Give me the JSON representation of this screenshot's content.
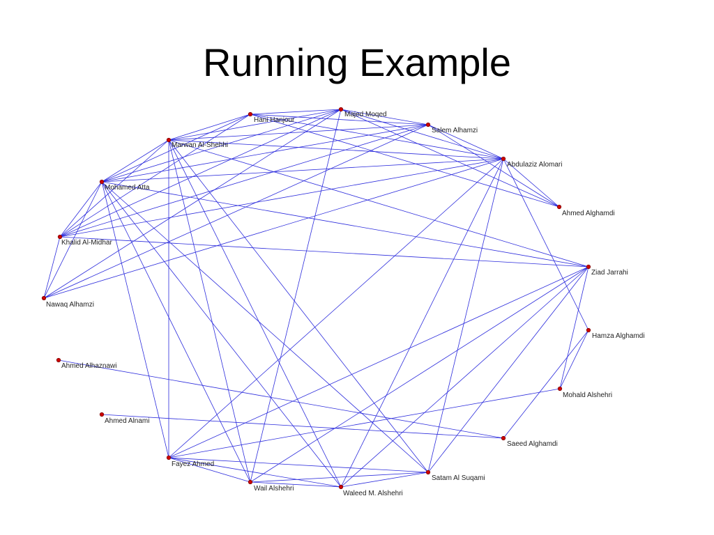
{
  "slide": {
    "title": "Running Example"
  },
  "colors": {
    "edge": "#2b2bdc",
    "node": "#cc0000",
    "label": "#222222",
    "background": "#ffffff"
  },
  "network": {
    "nodes": [
      {
        "id": "hani",
        "label": "Hani Hanjour"
      },
      {
        "id": "majed",
        "label": "Majed Moqed"
      },
      {
        "id": "salem",
        "label": "Salem Alhamzi"
      },
      {
        "id": "marwan",
        "label": "Marwan Al-Shehhi"
      },
      {
        "id": "abdul",
        "label": "Abdulaziz Alomari"
      },
      {
        "id": "mohamed",
        "label": "Mohamed Atta"
      },
      {
        "id": "ahmedg",
        "label": "Ahmed Alghamdi"
      },
      {
        "id": "khalid",
        "label": "Khalid Al-Midhar"
      },
      {
        "id": "ziad",
        "label": "Ziad Jarrahi"
      },
      {
        "id": "nawaq",
        "label": "Nawaq Alhamzi"
      },
      {
        "id": "hamza",
        "label": "Hamza Alghamdi"
      },
      {
        "id": "ahmedh",
        "label": "Ahmed Alhaznawi"
      },
      {
        "id": "mohald",
        "label": "Mohald Alshehri"
      },
      {
        "id": "ahmedn",
        "label": "Ahmed Alnami"
      },
      {
        "id": "saeed",
        "label": "Saeed Alghamdi"
      },
      {
        "id": "fayez",
        "label": "Fayez Ahmed"
      },
      {
        "id": "satam",
        "label": "Satam Al Suqami"
      },
      {
        "id": "wail",
        "label": "Wail Alshehri"
      },
      {
        "id": "waleed",
        "label": "Waleed M. Alshehri"
      }
    ],
    "edges": [
      [
        "hani",
        "majed"
      ],
      [
        "hani",
        "salem"
      ],
      [
        "hani",
        "abdul"
      ],
      [
        "hani",
        "mohamed"
      ],
      [
        "hani",
        "khalid"
      ],
      [
        "hani",
        "marwan"
      ],
      [
        "hani",
        "ahmedg"
      ],
      [
        "majed",
        "salem"
      ],
      [
        "majed",
        "abdul"
      ],
      [
        "majed",
        "ahmedg"
      ],
      [
        "majed",
        "mohamed"
      ],
      [
        "majed",
        "marwan"
      ],
      [
        "majed",
        "khalid"
      ],
      [
        "majed",
        "nawaq"
      ],
      [
        "majed",
        "wail"
      ],
      [
        "salem",
        "abdul"
      ],
      [
        "salem",
        "ahmedg"
      ],
      [
        "salem",
        "marwan"
      ],
      [
        "salem",
        "mohamed"
      ],
      [
        "salem",
        "khalid"
      ],
      [
        "salem",
        "nawaq"
      ],
      [
        "marwan",
        "mohamed"
      ],
      [
        "marwan",
        "abdul"
      ],
      [
        "marwan",
        "ziad"
      ],
      [
        "marwan",
        "khalid"
      ],
      [
        "marwan",
        "fayez"
      ],
      [
        "marwan",
        "wail"
      ],
      [
        "marwan",
        "waleed"
      ],
      [
        "marwan",
        "satam"
      ],
      [
        "abdul",
        "ahmedg"
      ],
      [
        "abdul",
        "mohamed"
      ],
      [
        "abdul",
        "khalid"
      ],
      [
        "abdul",
        "nawaq"
      ],
      [
        "abdul",
        "hamza"
      ],
      [
        "abdul",
        "fayez"
      ],
      [
        "abdul",
        "waleed"
      ],
      [
        "abdul",
        "satam"
      ],
      [
        "mohamed",
        "ziad"
      ],
      [
        "mohamed",
        "khalid"
      ],
      [
        "mohamed",
        "nawaq"
      ],
      [
        "mohamed",
        "fayez"
      ],
      [
        "mohamed",
        "wail"
      ],
      [
        "mohamed",
        "waleed"
      ],
      [
        "mohamed",
        "satam"
      ],
      [
        "khalid",
        "nawaq"
      ],
      [
        "khalid",
        "ziad"
      ],
      [
        "ziad",
        "fayez"
      ],
      [
        "ziad",
        "wail"
      ],
      [
        "ziad",
        "waleed"
      ],
      [
        "ziad",
        "satam"
      ],
      [
        "ziad",
        "mohald"
      ],
      [
        "hamza",
        "mohald"
      ],
      [
        "hamza",
        "saeed"
      ],
      [
        "ahmedh",
        "saeed"
      ],
      [
        "ahmedn",
        "saeed"
      ],
      [
        "mohald",
        "fayez"
      ],
      [
        "fayez",
        "wail"
      ],
      [
        "fayez",
        "waleed"
      ],
      [
        "fayez",
        "satam"
      ],
      [
        "wail",
        "waleed"
      ],
      [
        "wail",
        "satam"
      ],
      [
        "waleed",
        "satam"
      ]
    ]
  }
}
